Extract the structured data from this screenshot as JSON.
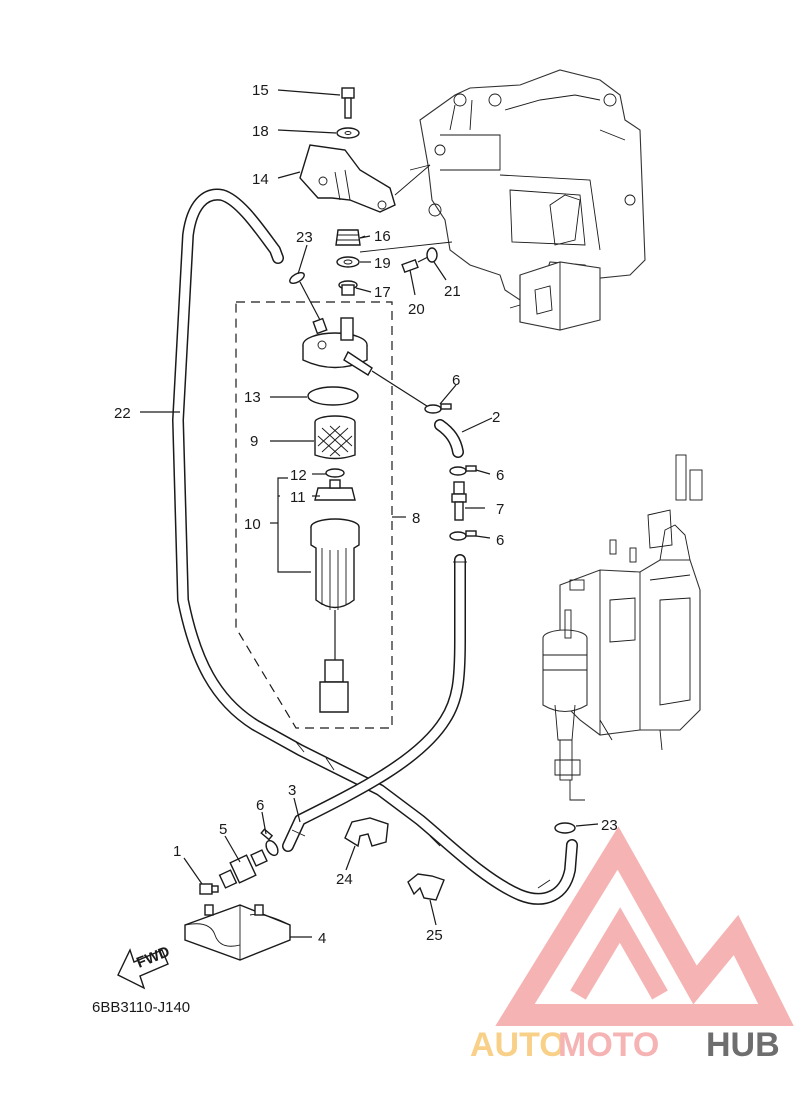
{
  "diagram_code": "6BB3110-J140",
  "fwd_label": "FWD",
  "watermark": {
    "brand_part1": "AUTO",
    "brand_part2": "MOTO",
    "brand_part3": "HUB",
    "color_primary": "#f4a6a6",
    "color_secondary": "#f7c873",
    "color_dark": "#555555"
  },
  "callouts": {
    "c1": "1",
    "c2": "2",
    "c3": "3",
    "c4": "4",
    "c5": "5",
    "c6a": "6",
    "c6b": "6",
    "c6c": "6",
    "c6d": "6",
    "c7": "7",
    "c8": "8",
    "c9": "9",
    "c10": "10",
    "c11": "11",
    "c12": "12",
    "c13": "13",
    "c14": "14",
    "c15": "15",
    "c16": "16",
    "c17": "17",
    "c18": "18",
    "c19": "19",
    "c20": "20",
    "c21": "21",
    "c22": "22",
    "c23a": "23",
    "c23b": "23",
    "c24": "24",
    "c25": "25"
  }
}
